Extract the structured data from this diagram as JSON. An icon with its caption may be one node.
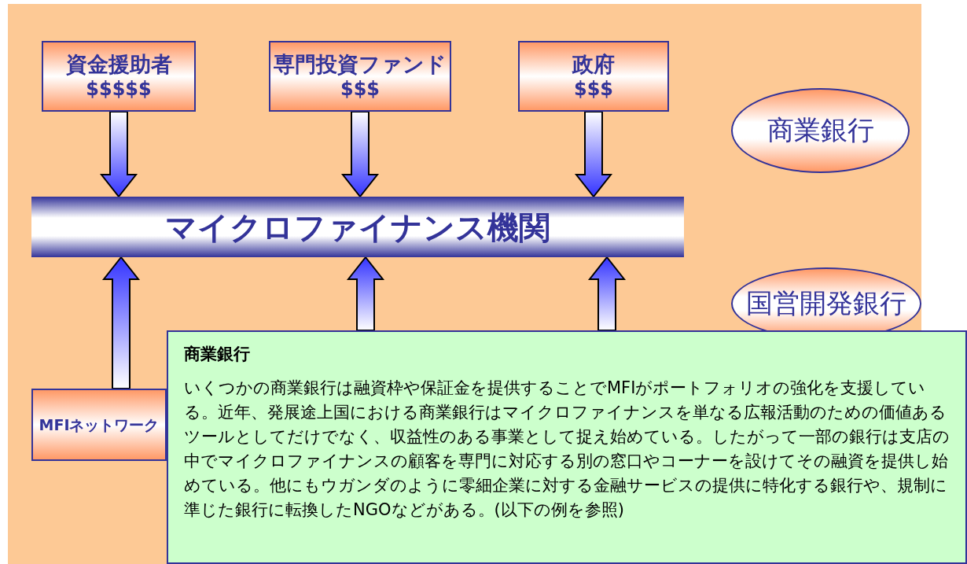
{
  "diagram": {
    "nodes": [
      {
        "text": [
          "資金援助者",
          "$$$$$"
        ]
      },
      {
        "text": [
          "専門投資ファンド",
          "$$$"
        ]
      },
      {
        "text": [
          "政府",
          "$$$"
        ]
      },
      {
        "text": [
          "商業銀行"
        ]
      },
      {
        "text": [
          "マイクロファイナンス機関"
        ]
      },
      {
        "text": [
          "国営開発銀行"
        ]
      },
      {
        "text": [
          "MFIネットワーク"
        ]
      },
      {
        "text": [
          "商業銀行",
          "いくつかの商業銀行は融資枠や保証金を提供することでMFIがポートフォリオの強化を支援している。近年、発展途上国における商業銀行はマイクロファイナンスを単なる広報活動のための価値あるツールとしてだけでなく、収益性のある事業として捉え始めている。したがって一部の銀行は支店の中でマイクロファイナンスの顧客を専門に対応する別の窓口やコーナーを設けてその融資を提供し始めている。他にもウガンダのように零細企業に対する金融サービスの提供に特化する銀行や、規制に準じた銀行に転換したNGOなどがある。(以下の例を参照)"
        ]
      }
    ],
    "edges": [
      {
        "from": 0,
        "to": 4,
        "arrow": "to"
      },
      {
        "from": 1,
        "to": 4,
        "arrow": "to"
      },
      {
        "from": 2,
        "to": 4,
        "arrow": "to"
      },
      {
        "from": 6,
        "to": 4,
        "arrow": "to"
      },
      {
        "from": null,
        "to": 4,
        "arrow": "to"
      },
      {
        "from": null,
        "to": 4,
        "arrow": "to"
      }
    ]
  }
}
